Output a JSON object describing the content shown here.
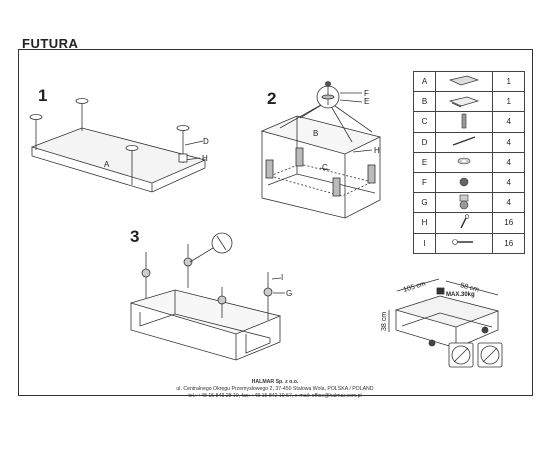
{
  "document": {
    "title": "FUTURA",
    "steps": [
      "1",
      "2",
      "3"
    ]
  },
  "labels": {
    "a": "A",
    "b": "B",
    "c": "C",
    "d": "D",
    "e": "E",
    "f": "F",
    "g": "G",
    "h": "H",
    "i": "I"
  },
  "parts_table": [
    {
      "letter": "A",
      "qty": "1"
    },
    {
      "letter": "B",
      "qty": "1"
    },
    {
      "letter": "C",
      "qty": "4"
    },
    {
      "letter": "D",
      "qty": "4"
    },
    {
      "letter": "E",
      "qty": "4"
    },
    {
      "letter": "F",
      "qty": "4"
    },
    {
      "letter": "G",
      "qty": "4"
    },
    {
      "letter": "H",
      "qty": "16"
    },
    {
      "letter": "I",
      "qty": "16"
    }
  ],
  "dimensions": {
    "width": "105 cm",
    "depth": "58 cm",
    "height": "38 cm",
    "max_load": "MAX.30kg"
  },
  "footer": {
    "company": "HALMAR Sp. z o.o.",
    "address": "ul. Centralnego Okręgu Przemysłowego 2, 37-450 Stalowa Wola, POLSKA / POLAND",
    "contact": "tel.: +48 15 843 28 10, fax: +48 15 842 19 57, e-mail: office@halmar.com.pl"
  }
}
